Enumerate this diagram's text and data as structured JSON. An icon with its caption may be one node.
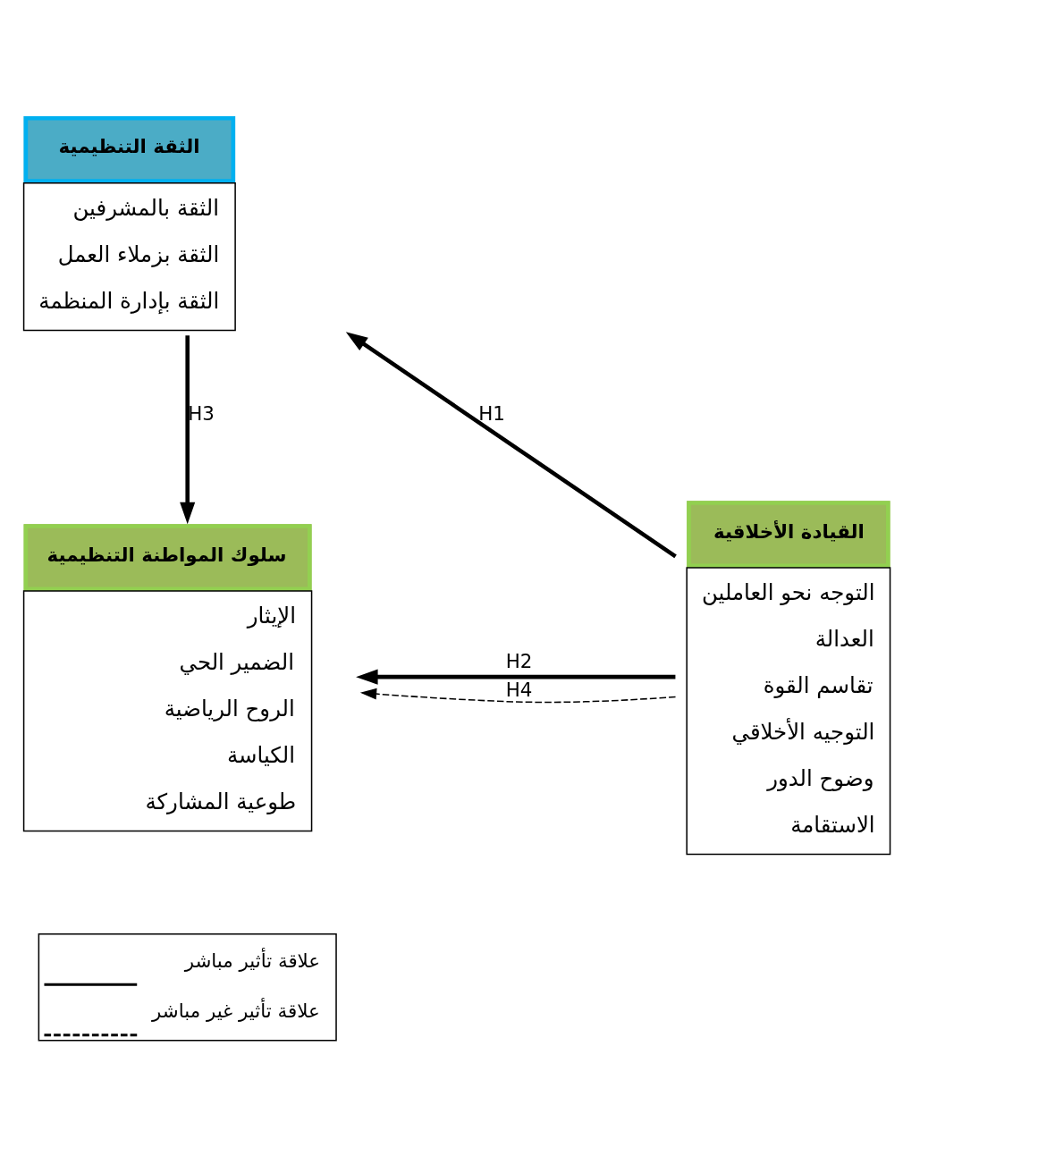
{
  "diagram": {
    "nodes": [
      {
        "text": [
          "الثقة التنظيمية",
          "الثقة بالمشرفين",
          "الثقة بزملاء العمل",
          "الثقة بإدارة المنظمة"
        ]
      },
      {
        "text": [
          "سلوك المواطنة التنظيمية",
          "الإيثار",
          "الضمير الحي",
          "الروح الرياضية",
          "الكياسة",
          "طوعية المشاركة"
        ]
      },
      {
        "text": [
          "القيادة الأخلاقية",
          "التوجه نحو العاملين",
          "العدالة",
          "تقاسم القوة",
          "التوجيه الأخلاقي",
          "وضوح الدور",
          "الاستقامة"
        ]
      }
    ],
    "edges": [
      {
        "from": 2,
        "to": 0,
        "arrow": "to",
        "label": "H1"
      },
      {
        "from": 0,
        "to": 1,
        "arrow": "to",
        "label": "H3"
      },
      {
        "from": 2,
        "to": 1,
        "arrow": "to",
        "label": "H2"
      },
      {
        "from": 2,
        "to": 1,
        "arrow": "to",
        "label": "H4",
        "style": "dashed"
      }
    ],
    "legend": [
      {
        "text": "علاقة تأثير مباشر"
      },
      {
        "text": "علاقة تأثير غير مباشر"
      }
    ]
  }
}
